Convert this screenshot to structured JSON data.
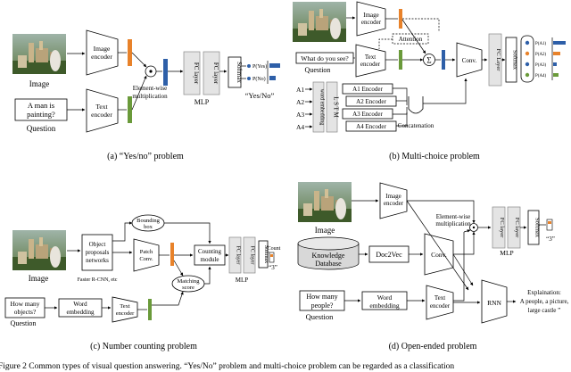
{
  "panel_a": {
    "caption": "(a)  “Yes/no” problem",
    "image_label": "Image",
    "question_text_line1": "A man is",
    "question_text_line2": "painting?",
    "question_label": "Question",
    "image_encoder_line1": "Image",
    "image_encoder_line2": "encoder",
    "text_encoder_line1": "Text",
    "text_encoder_line2": "encoder",
    "elementwise_line1": "Element-wise",
    "elementwise_line2": "multiplication",
    "fc1": "FC layer",
    "fc2": "FC layer",
    "mlp": "MLP",
    "softmax": "Softmax",
    "p_yes": "P(Yes)",
    "p_no": "P(No)",
    "output": "“Yes/No”"
  },
  "panel_b": {
    "caption": "(b)  Multi-choice problem",
    "image_encoder_line1": "Image",
    "image_encoder_line2": "encoder",
    "attention": "Attention",
    "question_text": "What do you see?",
    "question_label": "Question",
    "text_encoder_line1": "Text",
    "text_encoder_line2": "encoder",
    "sigma": "Σ",
    "conv": "Conv.",
    "fc": "FC Layer",
    "softmax": "Softmax",
    "answers": [
      "A1",
      "A2",
      "A3",
      "A4"
    ],
    "word_embedding": "word embedding",
    "lstm": "L S T M",
    "encoders": [
      "A1 Encoder",
      "A2 Encoder",
      "A3 Encoder",
      "A4 Encoder"
    ],
    "concatenation": "Concatenation",
    "probs": [
      "P(A1)",
      "P(A2)",
      "P(A3)",
      "P(A4)"
    ]
  },
  "panel_c": {
    "caption": "(c)  Number counting problem",
    "image_label": "Image",
    "object_proposals_line1": "Object",
    "object_proposals_line2": "proposals",
    "object_proposals_line3": "networks",
    "faster_rcnn": "Faster R-CNN, etc",
    "bounding_box_line1": "Bounding",
    "bounding_box_line2": "box",
    "patch_conv_line1": "Patch",
    "patch_conv_line2": "Conv.",
    "counting_module_line1": "Counting",
    "counting_module_line2": "module",
    "matching_score_line1": "Matching",
    "matching_score_line2": "score",
    "fc1": "FC layer",
    "fc2": "FC layer",
    "mlp": "MLP",
    "softmax": "Softmax",
    "count_label": "Count",
    "count_value": "“3”",
    "question_text_line1": "How many",
    "question_text_line2": "objects?",
    "question_label": "Question",
    "word_embedding_line1": "Word",
    "word_embedding_line2": "embedding",
    "text_encoder_line1": "Text",
    "text_encoder_line2": "encoder"
  },
  "panel_d": {
    "caption": "(d)  Open-ended problem",
    "image_label": "Image",
    "image_encoder_line1": "Image",
    "image_encoder_line2": "encoder",
    "elementwise_line1": "Element-wise",
    "elementwise_line2": "multiplication",
    "knowledge_line1": "Knowledge",
    "knowledge_line2": "Database",
    "doc2vec": "Doc2Vec",
    "conv": "Conv.",
    "fc1": "FC layer",
    "fc2": "FC layer",
    "mlp": "MLP",
    "softmax": "Softmax",
    "output": "“3”",
    "question_text_line1": "How many",
    "question_text_line2": "people?",
    "question_label": "Question",
    "word_embedding_line1": "Word",
    "word_embedding_line2": "embedding",
    "text_encoder_line1": "Text",
    "text_encoder_line2": "encoder",
    "rnn": "RNN",
    "explanation_line1": "Explaination:",
    "explanation_line2": "A people, a picture,",
    "explanation_line3": "large castle ”"
  },
  "figure_caption": "Figure 2 Common types of visual question answering. “Yes/No” problem and multi-choice problem can be regarded as a classification",
  "colors": {
    "orange": "#e8822a",
    "green": "#6a9a3a",
    "blue": "#2e5fa8",
    "gray_block": "#e4e4e4"
  }
}
